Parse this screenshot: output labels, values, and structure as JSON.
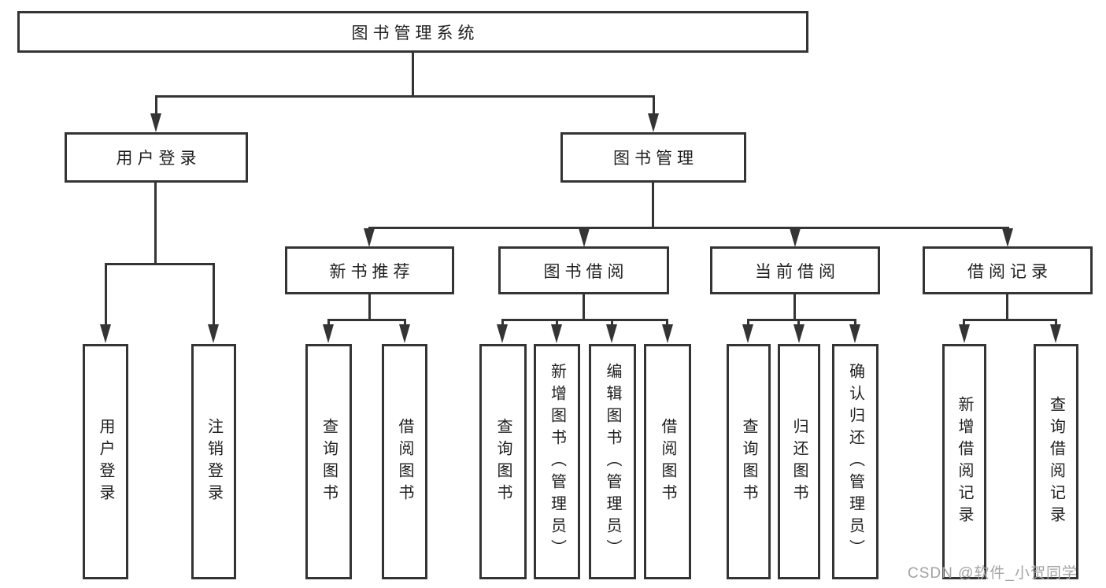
{
  "diagram": {
    "root": "图书管理系统",
    "level2": [
      "用户登录",
      "图书管理"
    ],
    "level3": [
      "新书推荐",
      "图书借阅",
      "当前借阅",
      "借阅记录"
    ],
    "group1": [
      "用户登录",
      "注销登录"
    ],
    "group2": [
      "查询图书",
      "借阅图书"
    ],
    "group3": [
      "查询图书",
      "新增图书（管理员）",
      "编辑图书（管理员）",
      "借阅图书"
    ],
    "group4": [
      "查询图书",
      "归还图书",
      "确认归还（管理员）"
    ],
    "group5": [
      "新增借阅记录",
      "查询借阅记录"
    ]
  },
  "watermark": {
    "text": "CSDN @软件_小贺同学"
  },
  "colors": {
    "line": "#343434",
    "text": "#1f1f1f",
    "watermark": "#a3a3a3",
    "background": "#ffffff"
  }
}
